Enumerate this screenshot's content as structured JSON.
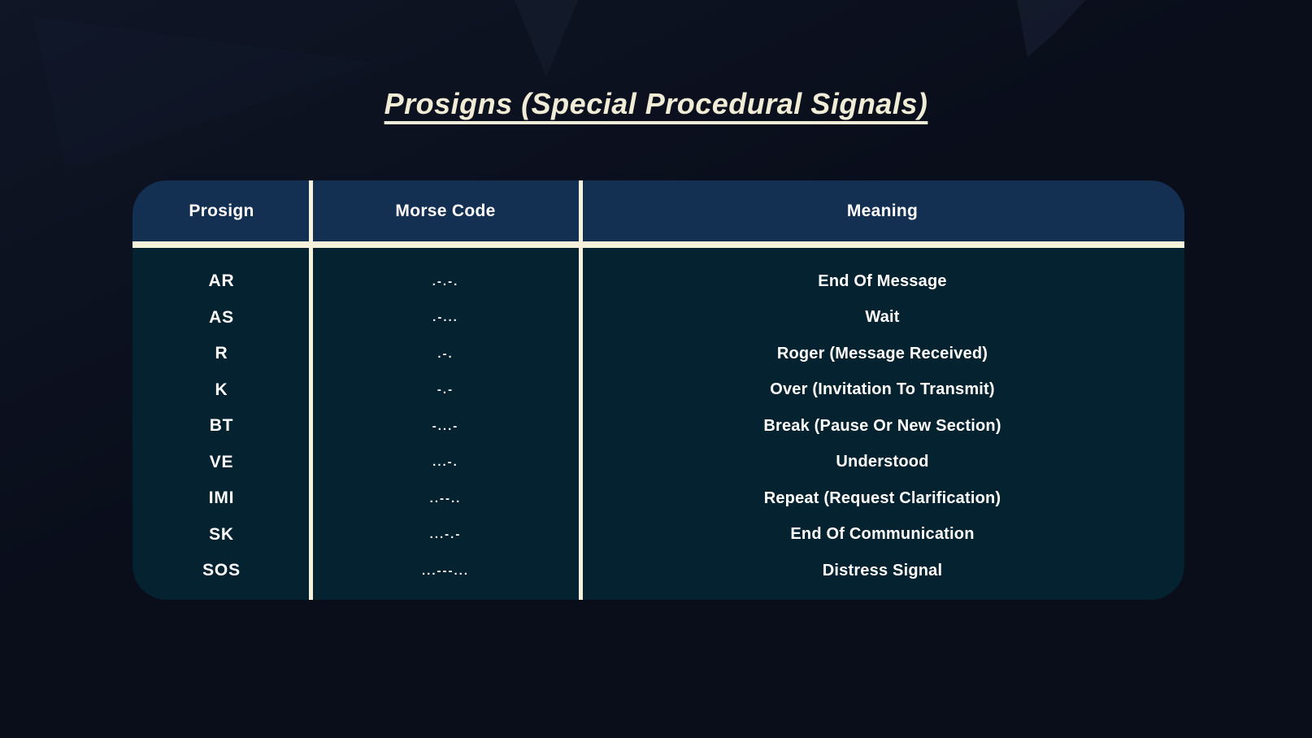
{
  "page": {
    "title": "Prosigns (Special Procedural Signals)"
  },
  "colors": {
    "page_background": "#0a0e1b",
    "header_background": "#132f52",
    "body_background": "#04222f",
    "cream_accent": "#f5f1da",
    "title_cream": "#f0ecd6",
    "text_white": "#ffffff"
  },
  "chart_data": {
    "type": "table",
    "title": "Prosigns (Special Procedural Signals)",
    "columns": [
      "Prosign",
      "Morse Code",
      "Meaning"
    ],
    "rows": [
      {
        "prosign": "AR",
        "morse": ".-.-.",
        "meaning": "End Of Message"
      },
      {
        "prosign": "AS",
        "morse": ".-...",
        "meaning": "Wait"
      },
      {
        "prosign": "R",
        "morse": ".-.",
        "meaning": "Roger (Message Received)"
      },
      {
        "prosign": "K",
        "morse": "-.-",
        "meaning": "Over (Invitation To Transmit)"
      },
      {
        "prosign": "BT",
        "morse": "-...-",
        "meaning": "Break (Pause Or New Section)"
      },
      {
        "prosign": "VE",
        "morse": "...-.",
        "meaning": "Understood"
      },
      {
        "prosign": "IMI",
        "morse": "..--..",
        "meaning": "Repeat (Request Clarification)"
      },
      {
        "prosign": "SK",
        "morse": "...-.-",
        "meaning": "End Of Communication"
      },
      {
        "prosign": "SOS",
        "morse": "...---...",
        "meaning": "Distress Signal"
      }
    ]
  }
}
